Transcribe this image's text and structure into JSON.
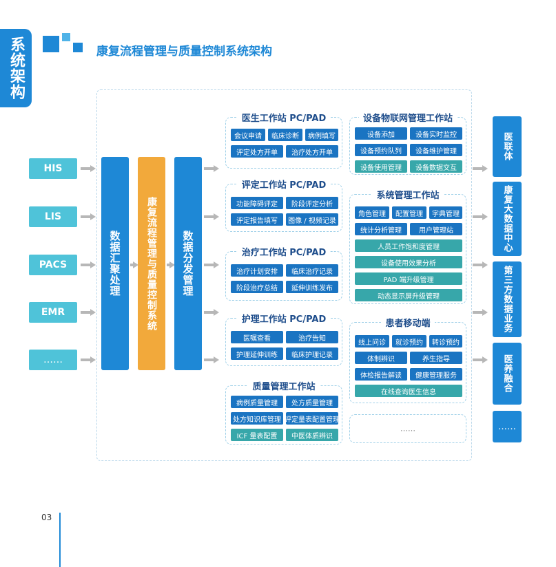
{
  "side_tab": "系统架构",
  "title": "康复流程管理与质量控制系统架构",
  "sources": [
    "HIS",
    "LIS",
    "PACS",
    "EMR",
    "……"
  ],
  "columns": {
    "aggregate": "数据汇聚处理",
    "core": "康复流程管理与质量控制系统",
    "distribute": "数据分发管理"
  },
  "workstations": {
    "doctor": {
      "title": "医生工作站 PC/PAD",
      "items": [
        "会议申请",
        "临床诊断",
        "病例填写",
        "评定处方开单",
        "治疗处方开单"
      ]
    },
    "assess": {
      "title": "评定工作站 PC/PAD",
      "items": [
        "功能障碍评定",
        "阶段评定分析",
        "评定报告填写",
        "图像 / 视频记录"
      ]
    },
    "therapy": {
      "title": "治疗工作站 PC/PAD",
      "items": [
        "治疗计划安排",
        "临床治疗记录",
        "阶段治疗总结",
        "延伸训练发布"
      ]
    },
    "nursing": {
      "title": "护理工作站 PC/PAD",
      "items": [
        "医嘱查看",
        "治疗告知",
        "护理延伸训练",
        "临床护理记录"
      ]
    },
    "quality": {
      "title": "质量管理工作站",
      "items": [
        "病例质量管理",
        "处方质量管理",
        "处方知识库管理",
        "评定量表配置管理",
        "ICF 量表配置",
        "中医体质辨识"
      ]
    },
    "iot": {
      "title": "设备物联网管理工作站",
      "items": [
        "设备添加",
        "设备实时监控",
        "设备预约队列",
        "设备维护管理",
        "设备使用管理",
        "设备数据交互"
      ]
    },
    "system": {
      "title": "系统管理工作站",
      "items": [
        "角色管理",
        "配置管理",
        "字典管理",
        "统计分析管理",
        "用户管理站",
        "人员工作饱和度管理",
        "设备使用效果分析",
        "PAD 端升级管理",
        "动态显示屏升级管理"
      ]
    },
    "mobile": {
      "title": "患者移动端",
      "items": [
        "线上问诊",
        "就诊预约",
        "转诊预约",
        "体制辨识",
        "养生指导",
        "体检报告解读",
        "健康管理服务",
        "在线查询医生信息"
      ]
    },
    "more": "……"
  },
  "outputs": [
    "医联体",
    "康复大数据中心",
    "第三方数据业务",
    "医养融合",
    "……"
  ],
  "page_number": "03"
}
